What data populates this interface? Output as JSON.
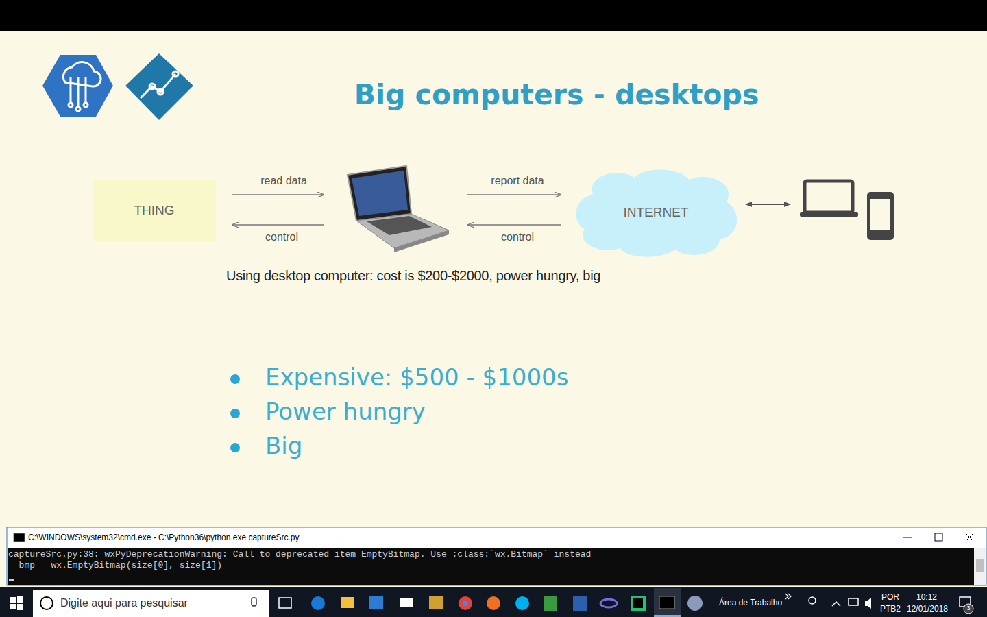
{
  "diagram": {
    "title": "Big computers - desktops",
    "caption": "Using desktop computer: cost is $200-$2000, power hungry, big",
    "nodes": [
      {
        "text": [
          "THING"
        ]
      },
      {
        "text": [
          "INTERNET"
        ]
      }
    ],
    "labels": [
      "read data",
      "control",
      "report data",
      "control",
      "Expensive: $500 - $1000s",
      "Power hungry",
      "Big",
      "C:\\WINDOWS\\system32\\cmd.exe - C:\\Python36\\python.exe  captureSrc.py",
      "captureSrc.py:38: wxPyDeprecationWarning: Call to deprecated item EmptyBitmap. Use :class:`wx.Bitmap` instead",
      "  bmp = wx.EmptyBitmap(size[0], size[1])",
      "Digite aqui para pesquisar",
      "Área de Trabalho",
      "POR",
      "PTB2",
      "10:12",
      "12/01/2018",
      "3"
    ]
  }
}
